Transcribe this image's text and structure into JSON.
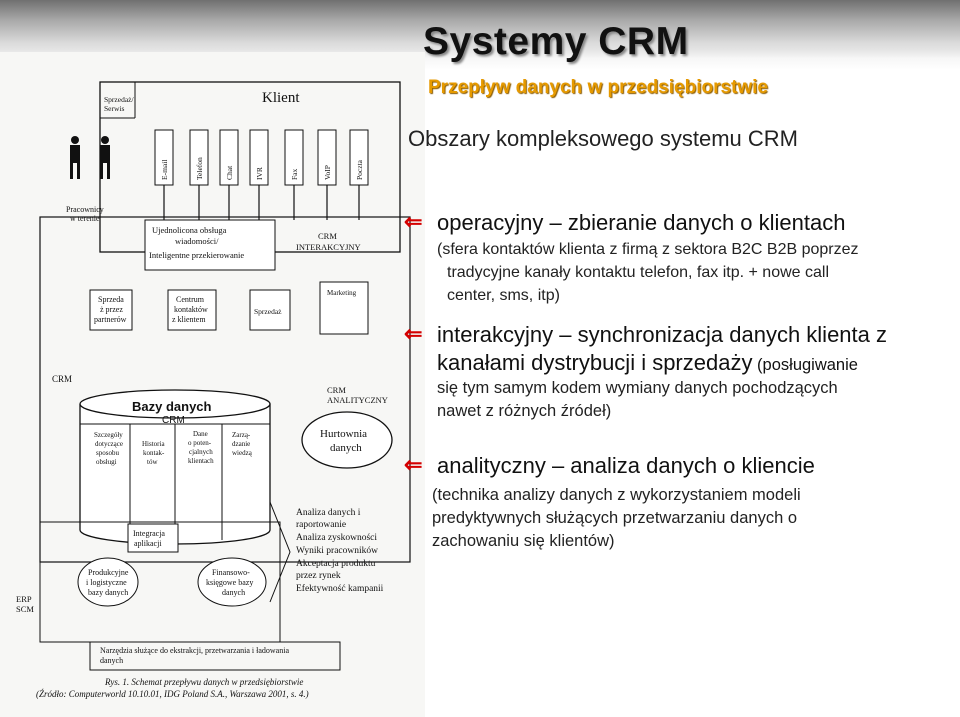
{
  "slide": {
    "title": "Systemy CRM",
    "subtitle": "Przepływ danych w przedsiębiorstwie",
    "heading": "Obszary kompleksowego systemu CRM",
    "bullets": [
      {
        "term": "operacyjny – zbieranie danych o klientach",
        "lines": [
          "(sfera kontaktów klienta z firmą z sektora B2C B2B poprzez",
          "tradycyjne kanały kontaktu telefon, fax itp. + nowe call",
          "center, sms, itp)"
        ]
      },
      {
        "term": "interakcyjny – synchronizacja danych klienta z",
        "term2": "kanałami dystrybucji i sprzedaży",
        "term2_small": " (posługiwanie",
        "lines": [
          "się tym samym kodem wymiany danych pochodzących",
          "nawet z różnych źródeł)"
        ]
      },
      {
        "term": "analityczny – analiza danych o kliencie",
        "lines": [
          "(technika analizy danych z wykorzystaniem modeli",
          "predyktywnych służących przetwarzaniu danych o",
          "zachowaniu się klientów)"
        ]
      }
    ],
    "arrow_glyph": "⇐"
  },
  "diagram": {
    "client": "Klient",
    "sales_service": [
      "Sprzedaż/",
      "Serwis"
    ],
    "field_workers": [
      "Pracownicy",
      "w terenie"
    ],
    "channels": [
      "E-mail",
      "Telefon",
      "Chat",
      "IVR",
      "Fax",
      "VoIP",
      "Poczta"
    ],
    "unified": [
      "Ujednolicona obsługa",
      "wiadomości/",
      "Inteligentne przekierowanie"
    ],
    "crm_interactive": [
      "CRM",
      "INTERAKCYJNY"
    ],
    "sales_partners": [
      "Sprzeda",
      "ż przez",
      "partnerów"
    ],
    "contact_center": [
      "Centrum",
      "kontaktów",
      "z klientem"
    ],
    "sales": "Sprzedaż",
    "marketing": "Marketing",
    "crm_label": "CRM",
    "database": [
      "Bazy danych",
      "CRM"
    ],
    "crm_analytic": [
      "CRM",
      "ANALITYCZNY"
    ],
    "db_items": [
      [
        "Szczegóły",
        "dotyczące",
        "sposobu",
        "obsługi"
      ],
      [
        "Historia",
        "kontak-",
        "tów"
      ],
      [
        "Dane",
        "o poten-",
        "cjalnych",
        "klientach"
      ],
      [
        "Zarzą-",
        "dzanie",
        "wiedzą"
      ]
    ],
    "warehouse": [
      "Hurtownia",
      "danych"
    ],
    "analysis_list": [
      "Analiza danych i",
      "raportowanie",
      "Analiza zyskowności",
      "Wyniki pracowników",
      "Akceptacja produktu",
      "przez rynek",
      "Efektywność kampanii"
    ],
    "integration": [
      "Integracja",
      "aplikacji"
    ],
    "production": [
      "Produkcyjne",
      "i logistyczne",
      "bazy danych"
    ],
    "finance": [
      "Finansowo-",
      "księgowe bazy",
      "danych"
    ],
    "erp": [
      "ERP",
      "SCM"
    ],
    "tools": [
      "Narzędzia służące do ekstrakcji, przetwarzania i ładowania",
      "danych"
    ],
    "caption": [
      "Rys. 1.  Schemat przepływu danych w przedsiębiorstwie",
      "(Źródło: Computerworld 10.10.01, IDG Poland S.A., Warszawa 2001, s. 4.)"
    ]
  }
}
